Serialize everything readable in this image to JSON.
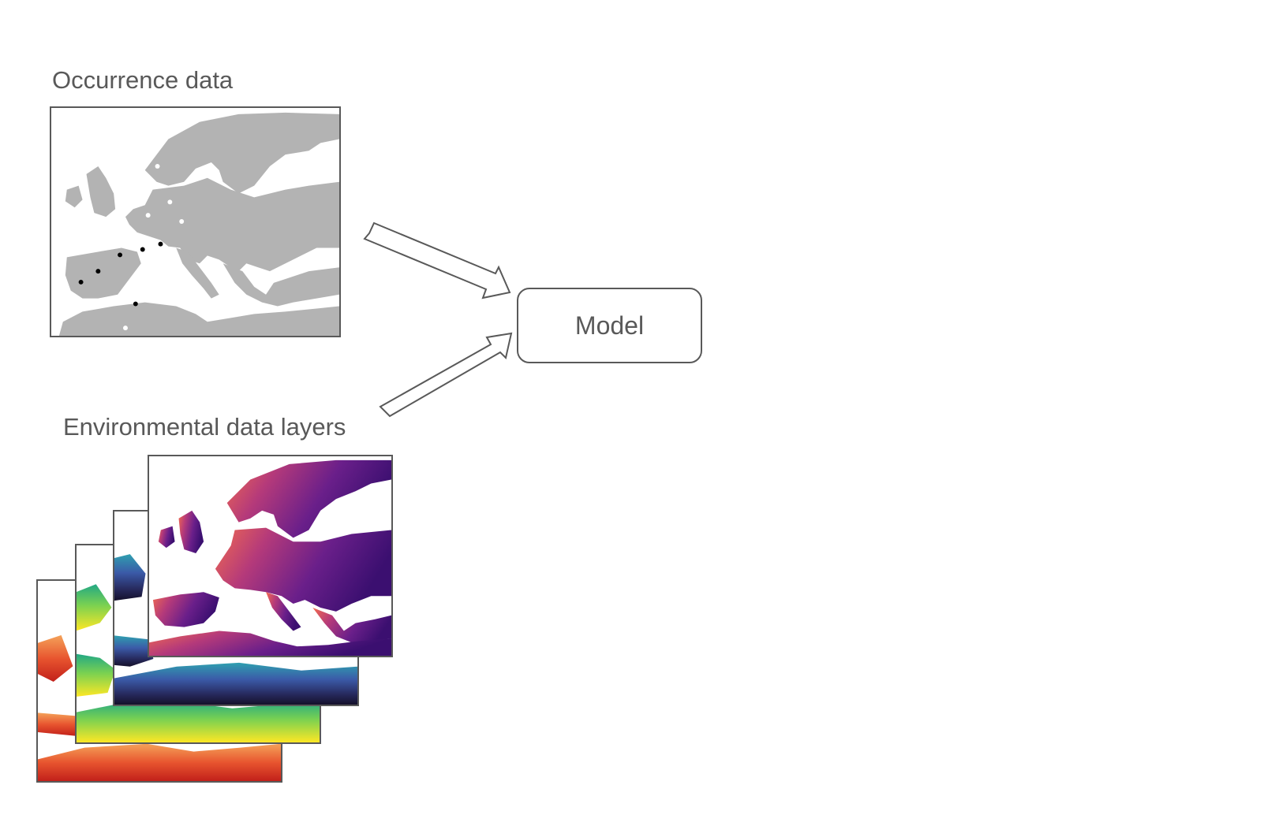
{
  "occurrence": {
    "title": "Occurrence data",
    "presence_color": "#000000",
    "absence_color": "#ffffff",
    "land_color": "#b3b3b3"
  },
  "environment": {
    "title": "Environmental data layers",
    "layers": [
      {
        "palette": [
          "#f4a259",
          "#e8552f",
          "#c2201a"
        ]
      },
      {
        "palette": [
          "#fde725",
          "#7ad151",
          "#22a884",
          "#2a788e"
        ]
      },
      {
        "palette": [
          "#2fa0b0",
          "#3b5aa8",
          "#272a5e",
          "#15102a"
        ]
      },
      {
        "palette": [
          "#f26b4f",
          "#b53a7a",
          "#6a1f8a",
          "#3b0f70"
        ]
      }
    ]
  },
  "model": {
    "label": "Model"
  },
  "colors": {
    "text": "#595959",
    "outline": "#595959"
  }
}
